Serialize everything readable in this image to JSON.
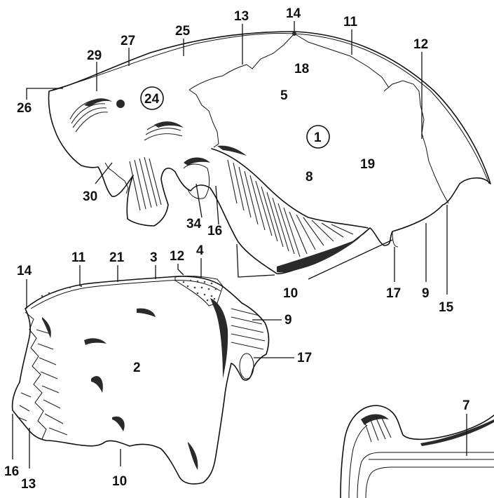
{
  "figure": {
    "upper_bone_labels": {
      "n13": "13",
      "n14": "14",
      "n11": "11",
      "n12": "12",
      "n27": "27",
      "n25": "25",
      "n29": "29",
      "n18": "18",
      "n26": "26",
      "n24": "24",
      "n5": "5",
      "n1": "1",
      "n19": "19",
      "n8": "8",
      "n30": "30",
      "n34": "34",
      "n16": "16",
      "n10": "10",
      "n17": "17",
      "n9": "9",
      "n15": "15"
    },
    "lower_bone_labels": {
      "n14": "14",
      "n11": "11",
      "n21": "21",
      "n3": "3",
      "n12": "12",
      "n4": "4",
      "n9": "9",
      "n17": "17",
      "n2": "2",
      "n16": "16",
      "n13": "13",
      "n10": "10"
    },
    "third_bone_labels": {
      "n7": "7"
    }
  }
}
